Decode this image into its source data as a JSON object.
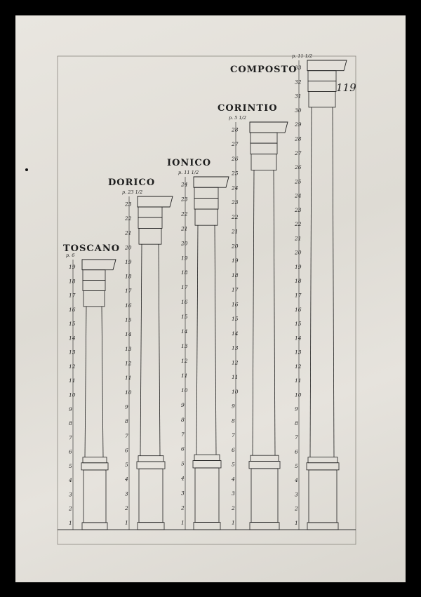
{
  "plate": {
    "number": "119",
    "colors": {
      "paper": "#e4e1db",
      "ink": "#1e1e1e",
      "frame": "#000000"
    }
  },
  "orders": [
    {
      "name": "TOSCANO",
      "scale_label": "p. 6",
      "modules": 19
    },
    {
      "name": "DORICO",
      "scale_label": "p. 23 1/2",
      "modules": 23
    },
    {
      "name": "IONICO",
      "scale_label": "p. 11 1/2",
      "modules": 24
    },
    {
      "name": "CORINTIO",
      "scale_label": "p. 5 1/2",
      "modules": 28
    },
    {
      "name": "COMPOSTO",
      "scale_label": "p. 11 1/2",
      "modules": 33
    }
  ]
}
